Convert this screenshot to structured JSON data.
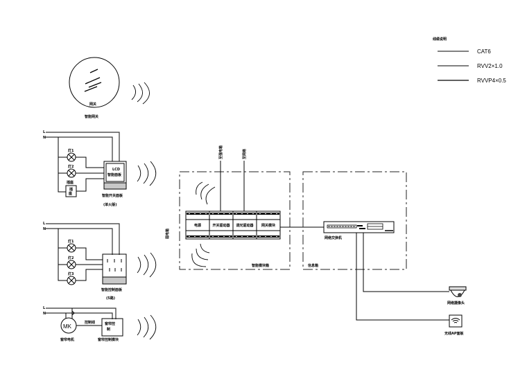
{
  "legend": {
    "title": "线缆说明",
    "items": [
      {
        "label": "CAT6"
      },
      {
        "label": "RVV2×1.0"
      },
      {
        "label": "RVVP4×0.5"
      }
    ]
  },
  "gateway": {
    "label": "智能网关",
    "inner_label": "网关"
  },
  "panel1": {
    "label": "智能开关面板",
    "sublabel": "(单火版)",
    "screen_line1": "LCD",
    "screen_line2": "智能面板",
    "wire_L": "L",
    "wire_N": "N",
    "lamps": [
      "灯1",
      "灯2"
    ],
    "socket_label": "插座",
    "socket_inner1": "插",
    "socket_inner2": "座"
  },
  "panel2": {
    "label": "智能控制面板",
    "sublabel": "(5路)",
    "wire_L": "L",
    "wire_N": "N",
    "lamps": [
      "灯1",
      "灯2",
      "灯3"
    ]
  },
  "panel3": {
    "motor_symbol": "MK",
    "motor_label": "窗帘电机",
    "module_label": "窗帘控制模块",
    "module_inner1": "窗帘控",
    "module_inner2": "制",
    "wire_label": "控制线",
    "wire_L": "L",
    "wire_N": "N"
  },
  "cabinet": {
    "side_label": "弱电箱",
    "box_label": "智能模块箱",
    "top_labels": [
      "至强电箱",
      "至网络"
    ],
    "modules": [
      "电源",
      "开关驱动器",
      "调光驱动器",
      "网关模块"
    ]
  },
  "network": {
    "box_label": "信息箱",
    "switch_label": "网络交换机",
    "camera_label": "网络摄像头",
    "ap_label": "无线AP面板"
  }
}
